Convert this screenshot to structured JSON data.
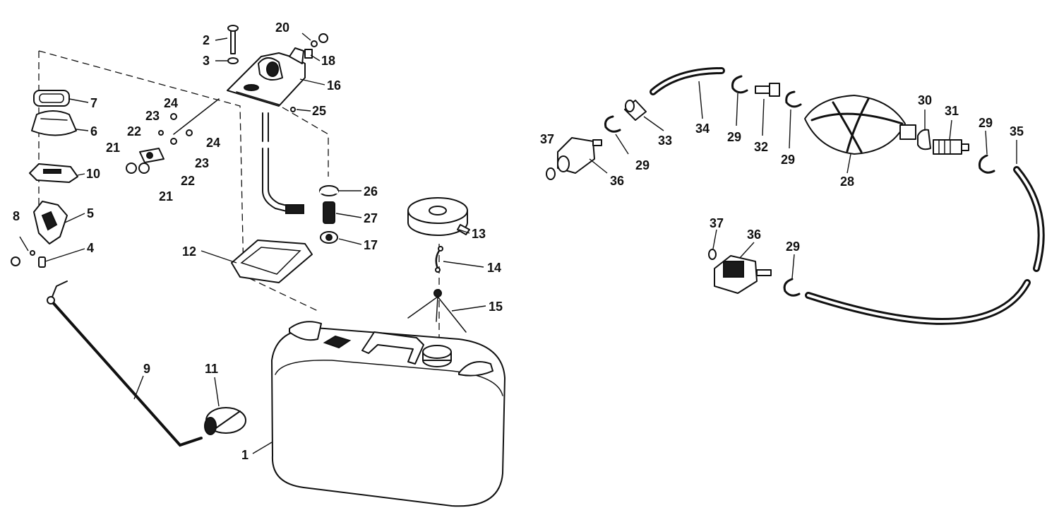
{
  "labels": {
    "l1": "1",
    "l2": "2",
    "l3": "3",
    "l4": "4",
    "l5": "5",
    "l6": "6",
    "l7": "7",
    "l8": "8",
    "l9": "9",
    "l10": "10",
    "l11": "11",
    "l12": "12",
    "l13": "13",
    "l14": "14",
    "l15": "15",
    "l16": "16",
    "l17": "17",
    "l18": "18",
    "l20": "20",
    "l21a": "21",
    "l21b": "21",
    "l22a": "22",
    "l22b": "22",
    "l23a": "23",
    "l23b": "23",
    "l24a": "24",
    "l24b": "24",
    "l25": "25",
    "l26": "26",
    "l27": "27",
    "l28": "28",
    "l29a": "29",
    "l29b": "29",
    "l29c": "29",
    "l29d": "29",
    "l29e": "29",
    "l30": "30",
    "l31": "31",
    "l32": "32",
    "l33": "33",
    "l34": "34",
    "l35": "35",
    "l36a": "36",
    "l36b": "36",
    "l37a": "37",
    "l37b": "37"
  },
  "colors": {
    "line": "#111111",
    "background": "#ffffff"
  }
}
